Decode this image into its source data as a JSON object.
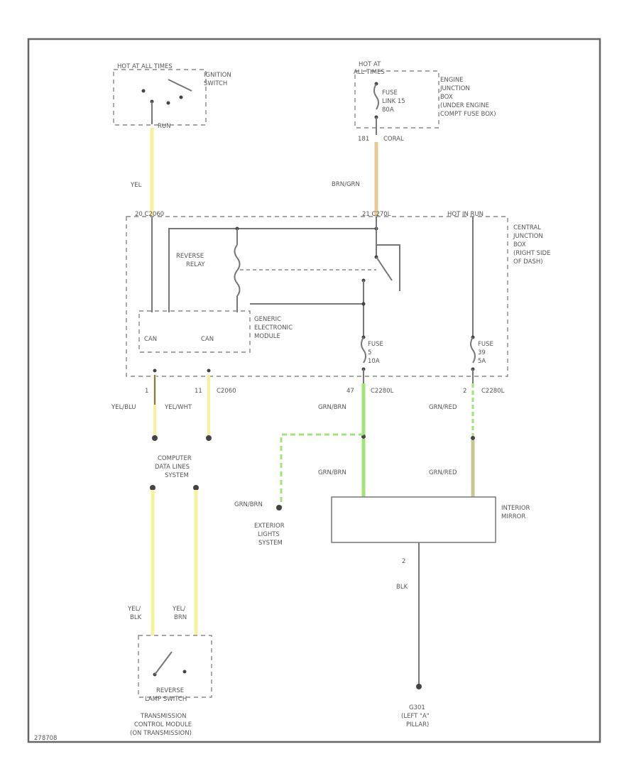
{
  "colors": {
    "yellow": "#f4f29a",
    "orange": "#e8c98f",
    "green": "#9fe57a",
    "olive": "#c9c88e",
    "line": "#777777"
  },
  "labels": {
    "ignition_hot": "HOT AT ALL TIMES",
    "ignition_switch_1": "IGNITION",
    "ignition_switch_2": "SWITCH",
    "ignition_run": "RUN",
    "hot_at_1": "HOT AT",
    "hot_at_2": "ALL TIMES",
    "fuse_link_1": "FUSE",
    "fuse_link_2": "LINK 15",
    "fuse_link_3": "80A",
    "ejb_1": "ENGINE",
    "ejb_2": "JUNCTION",
    "ejb_3": "BOX",
    "ejb_4": "(UNDER ENGINE",
    "ejb_5": "COMPT FUSE BOX)",
    "ejb_circuit": "181",
    "ejb_circuit_color": "CORAL",
    "wire_yel": "YEL",
    "wire_brn_grn": "BRN/GRN",
    "cjb_pin_left": "20   C2060",
    "cjb_pin_mid": "21   C270L",
    "cjb_hot": "HOT IN RUN",
    "cjb_1": "CENTRAL",
    "cjb_2": "JUNCTION",
    "cjb_3": "BOX",
    "cjb_4": "(RIGHT SIDE",
    "cjb_5": "OF DASH)",
    "relay_1": "REVERSE",
    "relay_2": "RELAY",
    "gem_1": "GENERIC",
    "gem_2": "ELECTRONIC",
    "gem_3": "MODULE",
    "can_1": "CAN",
    "can_2": "CAN",
    "fuse_a_1": "FUSE",
    "fuse_a_2": "5",
    "fuse_a_3": "10A",
    "fuse_b_1": "FUSE",
    "fuse_b_2": "39",
    "fuse_b_3": "5A",
    "pin_1": "1",
    "pin_2": "11",
    "pin_2_conn": "C2060",
    "pin_3": "47",
    "pin_3_conn": "C2280L",
    "pin_4": "2",
    "pin_4_conn": "C2280L",
    "wire_yel_blu": "YEL/BLU",
    "wire_yel_wht": "YEL/WHT",
    "wire_grn_brn_1": "GRN/BRN",
    "wire_grn_red_1": "GRN/RED",
    "cdl_1": "COMPUTER",
    "cdl_2": "DATA LINES",
    "cdl_3": "SYSTEM",
    "wire_grn_brn_2": "GRN/BRN",
    "wire_grn_red_2": "GRN/RED",
    "wire_grn_brn_3": "GRN/BRN",
    "ext_1": "EXTERIOR",
    "ext_2": "LIGHTS",
    "ext_3": "SYSTEM",
    "mirror_1": "INTERIOR",
    "mirror_2": "MIRROR",
    "mirror_pin": "2",
    "wire_blk": "BLK",
    "yel_blk_1": "YEL/",
    "yel_blk_2": "BLK",
    "yel_brn_1": "YEL/",
    "yel_brn_2": "BRN",
    "rls_1": "REVERSE",
    "rls_2": "LAMP SWITCH",
    "tcm_1": "TRANSMISSION",
    "tcm_2": "CONTROL MODULE",
    "tcm_3": "(ON TRANSMISSION)",
    "ground_1": "G301",
    "ground_2": "(LEFT \"A\"",
    "ground_3": "PILLAR)",
    "footnote": "278708"
  }
}
